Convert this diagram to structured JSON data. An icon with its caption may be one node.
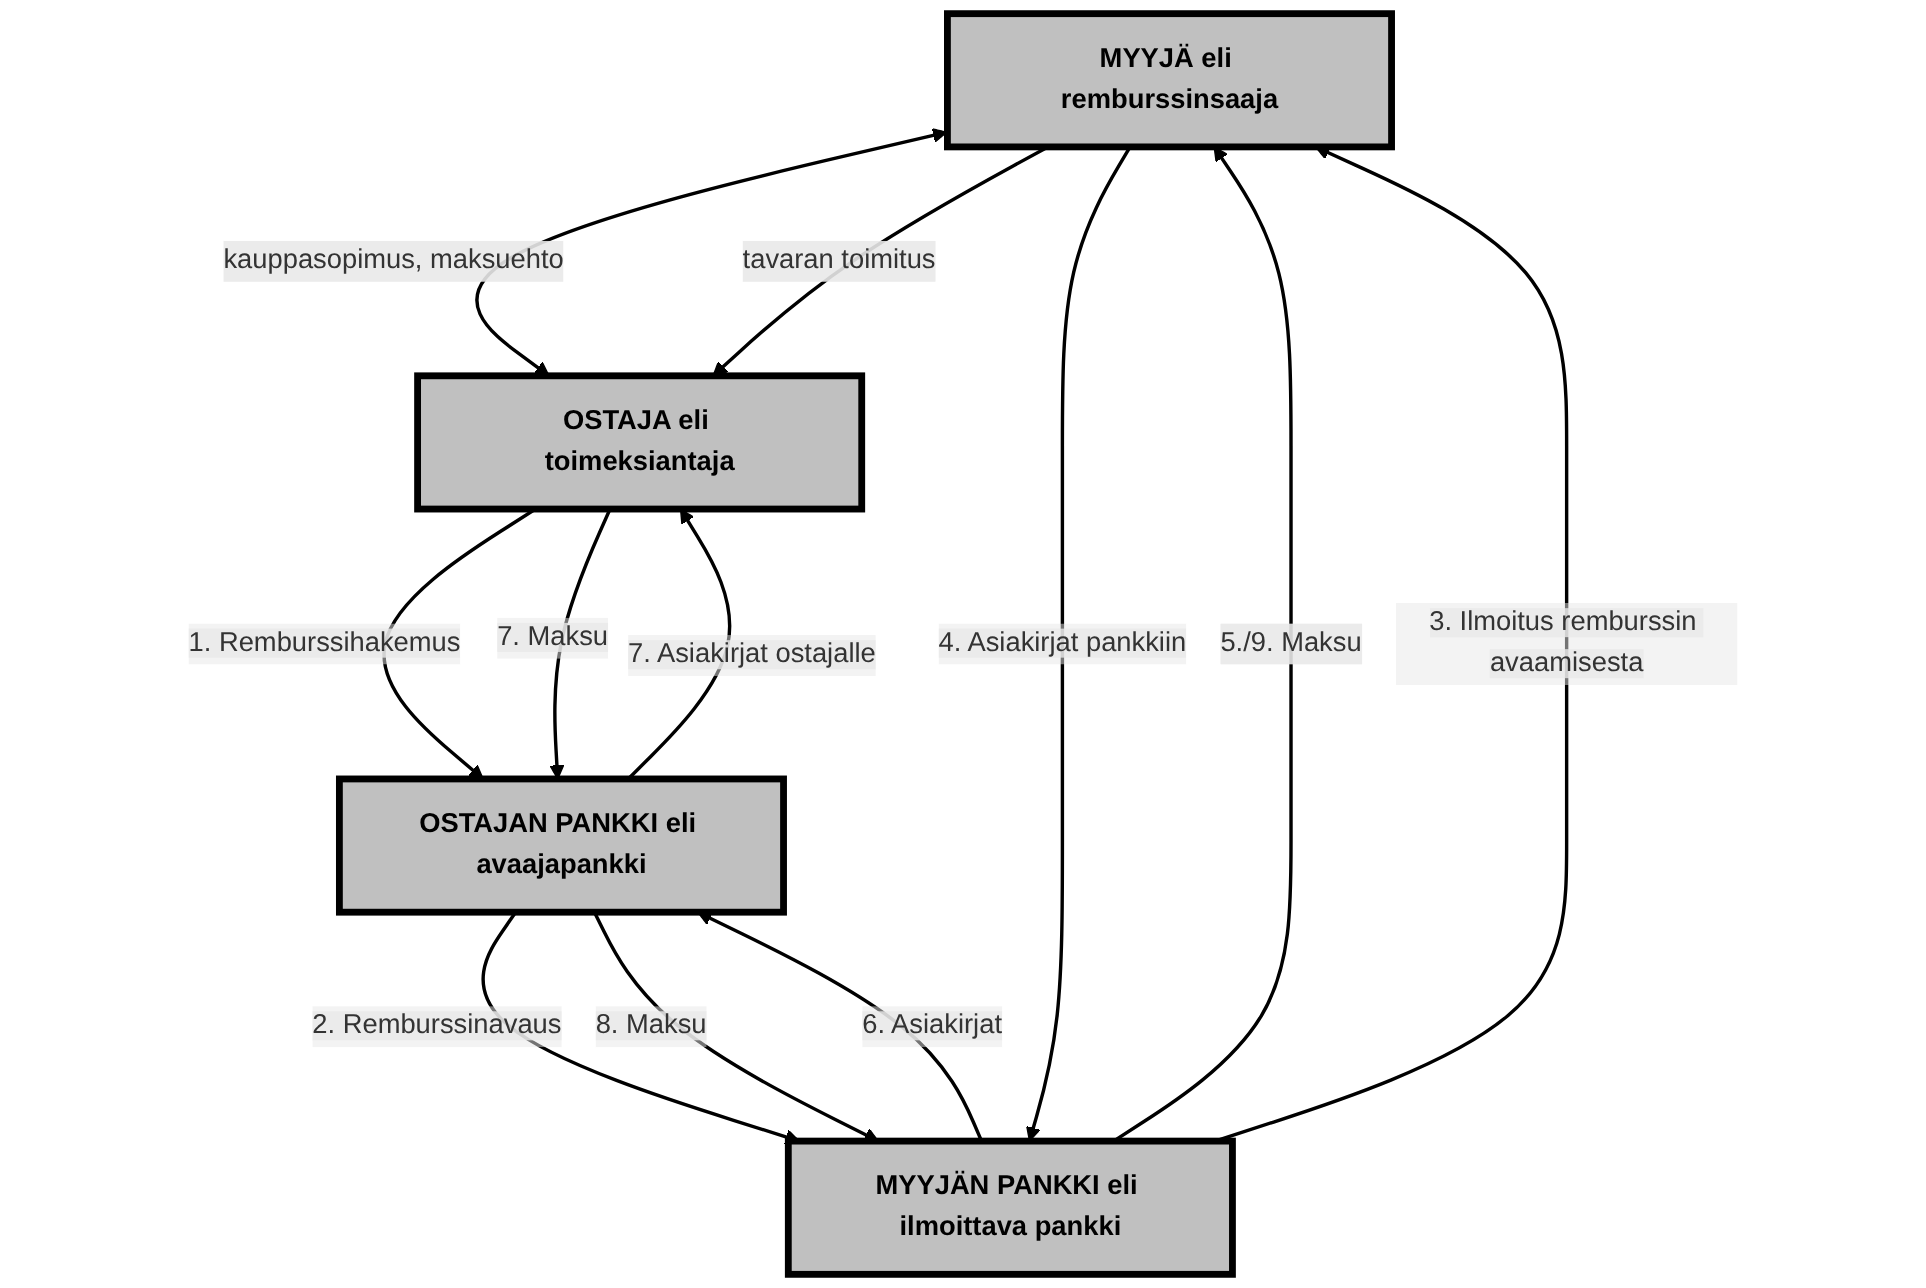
{
  "diagram": {
    "nodes": [
      {
        "text": [
          "MYYJÄ eli remburssinsaaja"
        ]
      },
      {
        "text": [
          "OSTAJA eli toimeksiantaja"
        ]
      },
      {
        "text": [
          "MYYJÄN PANKKI eli ilmoittava pankki"
        ]
      },
      {
        "text": [
          "OSTAJAN PANKKI eli avaajapankki"
        ]
      }
    ],
    "edges": [
      {
        "from": 0,
        "to": 1,
        "arrow": "both",
        "label": "kauppasopimus, maksuehto"
      },
      {
        "from": 0,
        "to": 1,
        "arrow": "to",
        "label": "tavaran toimitus"
      },
      {
        "from": 2,
        "to": 0,
        "arrow": "to",
        "label": "5./9. Maksu"
      },
      {
        "from": 0,
        "to": 2,
        "arrow": "to",
        "label": "4. Asiakirjat pankkiin"
      },
      {
        "from": 2,
        "to": 0,
        "arrow": "to",
        "label": "3. Ilmoitus remburssin avaamisesta"
      },
      {
        "from": 1,
        "to": 3,
        "arrow": "to",
        "label": "1. Remburssihakemus"
      },
      {
        "from": 3,
        "to": 1,
        "arrow": "to",
        "label": "7. Asiakirjat ostajalle"
      },
      {
        "from": 1,
        "to": 3,
        "arrow": "to",
        "label": "7. Maksu"
      },
      {
        "from": 3,
        "to": 2,
        "arrow": "to",
        "label": "2. Remburssinavaus"
      },
      {
        "from": 2,
        "to": 3,
        "arrow": "to",
        "label": "6. Asiakirjat"
      },
      {
        "from": 3,
        "to": 2,
        "arrow": "to",
        "label": "8. Maksu"
      }
    ]
  }
}
